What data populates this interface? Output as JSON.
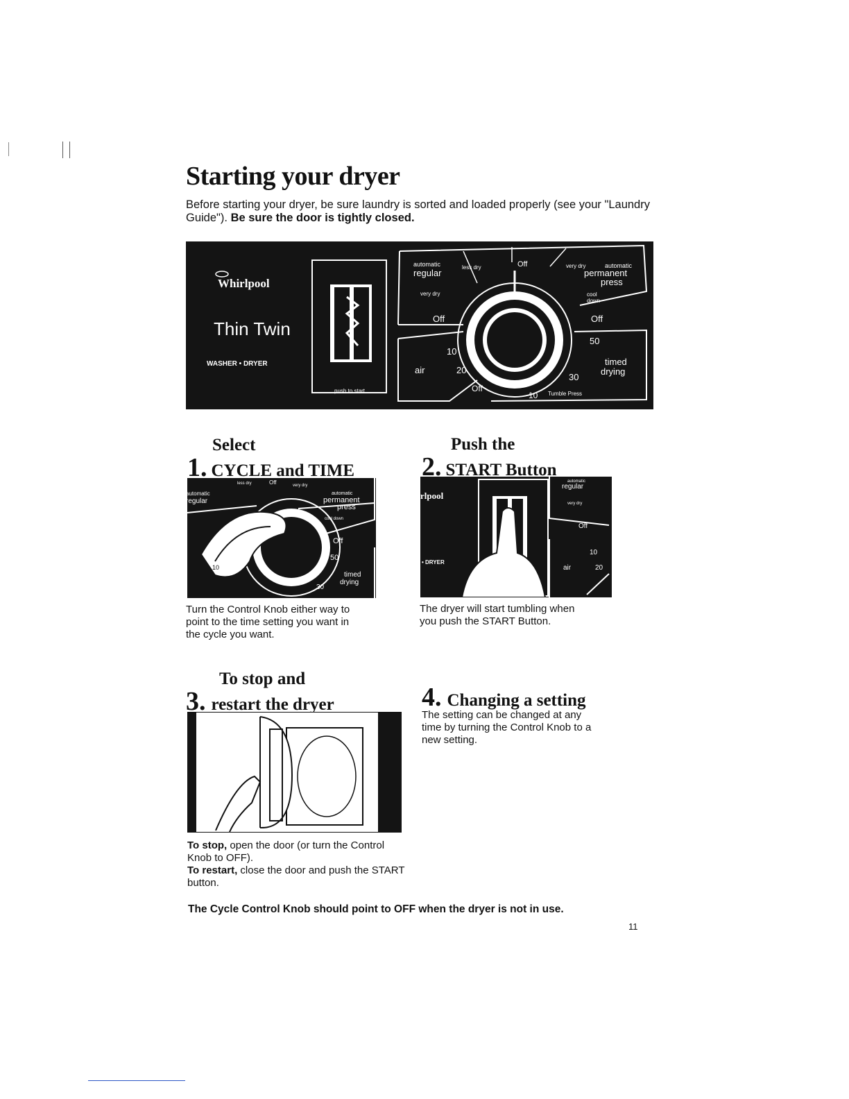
{
  "title": "Starting your dryer",
  "intro": {
    "text": "Before starting your dryer, be sure laundry is sorted and loaded properly (see your \"Laundry Guide\").",
    "bold": "Be sure the door is tightly closed."
  },
  "panel": {
    "brand": "Whirlpool",
    "model": "Thin Twin",
    "subtitle": "WASHER • DRYER",
    "push_label": "push to start",
    "labels": {
      "less_dry": "less dry",
      "off_top": "Off",
      "very_dry_top": "very dry",
      "automatic_regular_small": "automatic",
      "automatic_regular": "regular",
      "very_dry_left": "very dry",
      "automatic_pp_small": "automatic",
      "permanent_press": "permanent",
      "press": "press",
      "cool": "cool",
      "down": "down",
      "off_left": "Off",
      "off_right": "Off",
      "fifty": "50",
      "timed": "timed",
      "drying": "drying",
      "ten_left": "10",
      "air": "air",
      "twenty": "20",
      "thirty": "30",
      "off_bottom": "Off",
      "ten_bottom": "10",
      "tumble_press": "Tumble Press"
    }
  },
  "steps": [
    {
      "number": "1.",
      "line1": "Select",
      "line2": "CYCLE and TIME",
      "caption": [
        "Turn the Control Knob either way to",
        "point to the time setting you want in",
        "the cycle you want."
      ],
      "fig_labels": {
        "less_dry": "less dry",
        "off": "Off",
        "very_dry": "very dry",
        "automatic_left": "automatic",
        "regular": "regular",
        "automatic_right": "automatic",
        "permanent": "permanent",
        "press": "press",
        "cool_down": "cool down",
        "off_right": "Off",
        "fifty": "50",
        "timed": "timed",
        "drying": "drying",
        "ten": "10",
        "thirty": "30"
      }
    },
    {
      "number": "2.",
      "line1": "Push the",
      "line2": "START Button",
      "caption": [
        "The dryer will start tumbling when",
        "you push the START Button."
      ],
      "fig_labels": {
        "brand": "rlpool",
        "automatic": "automatic",
        "regular": "regular",
        "very_dry": "very dry",
        "off": "Off",
        "ten": "10",
        "air": "air",
        "twenty": "20",
        "dryer": "• DRYER"
      }
    },
    {
      "number": "3.",
      "line1": "To stop and",
      "line2": "restart the dryer",
      "caption_stop_bold": "To stop,",
      "caption_stop": "open the door (or turn the Control Knob to OFF).",
      "caption_restart_bold": "To restart,",
      "caption_restart": "close the door and push the START button."
    },
    {
      "number": "4.",
      "line2": "Changing a setting",
      "caption": [
        "The setting can be changed at any",
        "time by turning the Control Knob to a",
        "new setting."
      ]
    }
  ],
  "footer_note": "The Cycle Control Knob should point to OFF when the dryer is not in use.",
  "page_number": "11"
}
